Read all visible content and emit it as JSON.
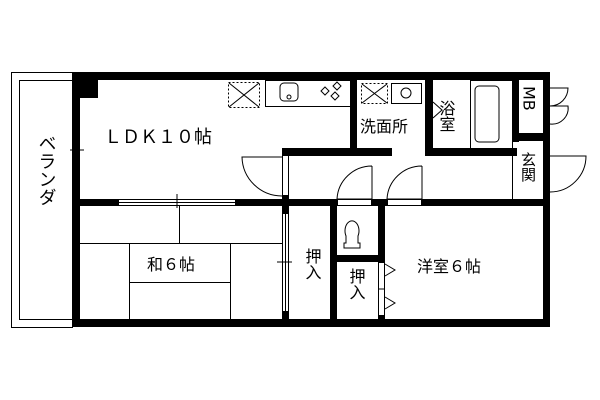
{
  "title": "Floor plan 1LDK",
  "rooms": {
    "balcony": "ベランダ",
    "ldk": "ＬＤＫ１０帖",
    "washroom": "洗面所",
    "bath": "浴室",
    "meter_box": "MB",
    "entrance": "玄関",
    "japanese_room": "和６帖",
    "closet_1": "押入",
    "closet_2": "押入",
    "western_room": "洋室６帖"
  },
  "colors": {
    "line": "#000000",
    "background": "#ffffff"
  }
}
